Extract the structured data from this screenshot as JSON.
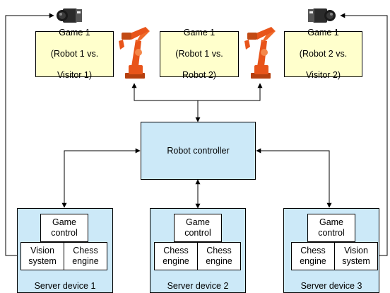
{
  "games": [
    {
      "line1": "Game 1",
      "line2": "(Robot 1 vs.",
      "line3": "Visitor 1)"
    },
    {
      "line1": "Game 1",
      "line2": "(Robot 1 vs.",
      "line3": "Robot 2)"
    },
    {
      "line1": "Game 1",
      "line2": "(Robot 2 vs.",
      "line3": "Visitor 2)"
    }
  ],
  "controller": {
    "label": "Robot controller"
  },
  "servers": [
    {
      "label": "Server device 1",
      "game_control": "Game\ncontrol",
      "left_module": "Vision\nsystem",
      "right_module": "Chess\nengine"
    },
    {
      "label": "Server device 2",
      "game_control": "Game\ncontrol",
      "left_module": "Chess\nengine",
      "right_module": "Chess\nengine"
    },
    {
      "label": "Server device 3",
      "game_control": "Game\ncontrol",
      "left_module": "Chess\nengine",
      "right_module": "Vision\nsystem"
    }
  ],
  "icons": [
    "camera-icon",
    "robot-arm-icon"
  ],
  "colors": {
    "game_fill": "#ffffcc",
    "device_fill": "#cce9f8",
    "robot_orange": "#e8541a",
    "camera_body": "#2b2b2b"
  }
}
